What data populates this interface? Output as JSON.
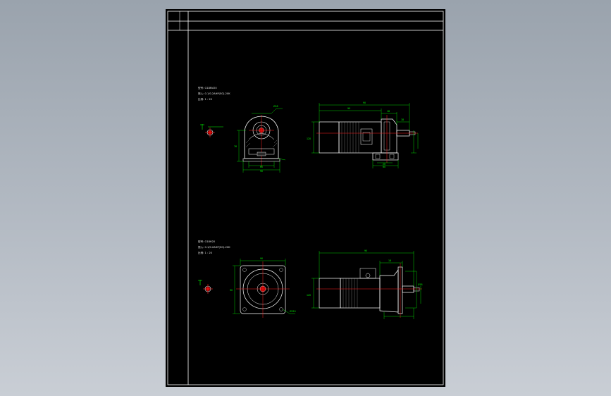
{
  "colors": {
    "frame": "#ffffff",
    "outline": "#ffffff",
    "dimension": "#00ff00",
    "centerline": "#ff2020",
    "hatch": "#e8e8e8"
  },
  "view_top": {
    "notes": [
      "型号: G18NV20",
      "馈入: 0.1/0.2AHP(SG)-20K",
      "比例: 1 : 20"
    ],
    "labels": {
      "side_width": "90",
      "side_inner": "60",
      "side_height": "76",
      "overall_len": "90",
      "motor_len": "90",
      "gear_len": "18",
      "shaft_len": "18",
      "body_height": "120",
      "foot_span": "20",
      "foot_len": "60",
      "shaft_dia": "Ø18"
    }
  },
  "view_bottom": {
    "notes": [
      "型号: G18H20",
      "馈入: 0.1/0.2AHP(SG)-20K",
      "比例: 1 : 20"
    ],
    "labels": {
      "flange_width": "90",
      "flange_height": "90",
      "overall_len": "90",
      "gear_len": "18",
      "motor_dia": "120",
      "shaft_dia": "Ø18",
      "pcd": "Ø120"
    }
  }
}
